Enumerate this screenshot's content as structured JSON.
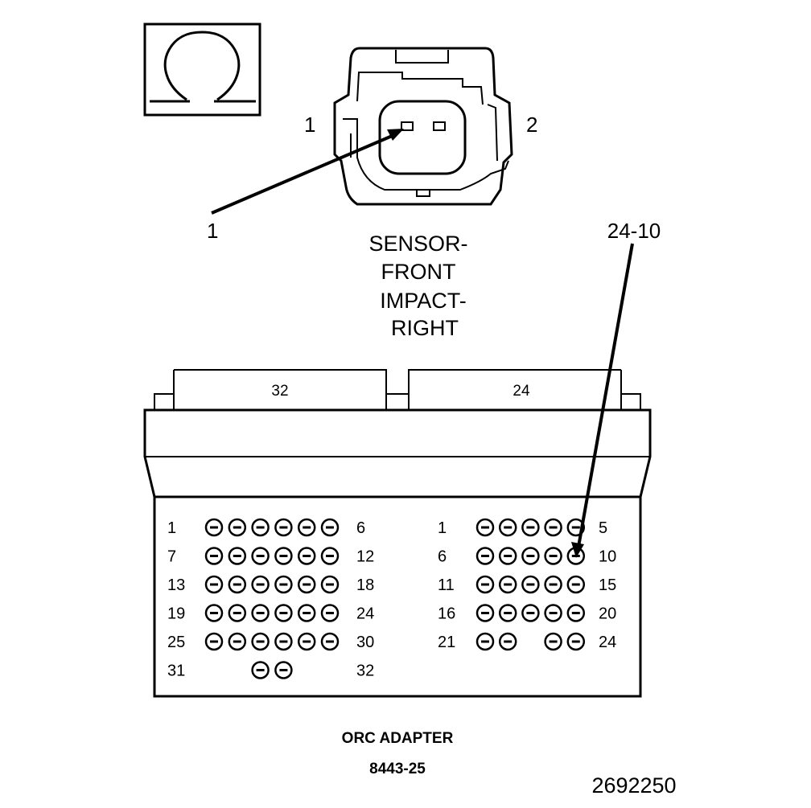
{
  "sensor_connector": {
    "title_lines": [
      "SENSOR-",
      "FRONT",
      "IMPACT-",
      "RIGHT"
    ],
    "pin_left_label": "1",
    "pin_right_label": "2",
    "callout_label": "1",
    "symbol_icon": "ohm-icon"
  },
  "callout_adapter": "24-10",
  "adapter": {
    "left_header": "32",
    "right_header": "24",
    "left_rows": [
      {
        "start": "1",
        "end": "6",
        "slots": [
          1,
          1,
          1,
          1,
          1,
          1
        ]
      },
      {
        "start": "7",
        "end": "12",
        "slots": [
          1,
          1,
          1,
          1,
          1,
          1
        ]
      },
      {
        "start": "13",
        "end": "18",
        "slots": [
          1,
          1,
          1,
          1,
          1,
          1
        ]
      },
      {
        "start": "19",
        "end": "24",
        "slots": [
          1,
          1,
          1,
          1,
          1,
          1
        ]
      },
      {
        "start": "25",
        "end": "30",
        "slots": [
          1,
          1,
          1,
          1,
          1,
          1
        ]
      },
      {
        "start": "31",
        "end": "32",
        "slots": [
          0,
          0,
          1,
          1,
          0,
          0
        ]
      }
    ],
    "right_rows": [
      {
        "start": "1",
        "end": "5",
        "slots": [
          1,
          1,
          1,
          1,
          1
        ]
      },
      {
        "start": "6",
        "end": "10",
        "slots": [
          1,
          1,
          1,
          1,
          1
        ]
      },
      {
        "start": "11",
        "end": "15",
        "slots": [
          1,
          1,
          1,
          1,
          1
        ]
      },
      {
        "start": "16",
        "end": "20",
        "slots": [
          1,
          1,
          1,
          1,
          1
        ]
      },
      {
        "start": "21",
        "end": "24",
        "slots": [
          1,
          1,
          0,
          1,
          1
        ]
      }
    ],
    "name": "ORC ADAPTER",
    "part_number": "8443-25"
  },
  "figure_id": "2692250"
}
